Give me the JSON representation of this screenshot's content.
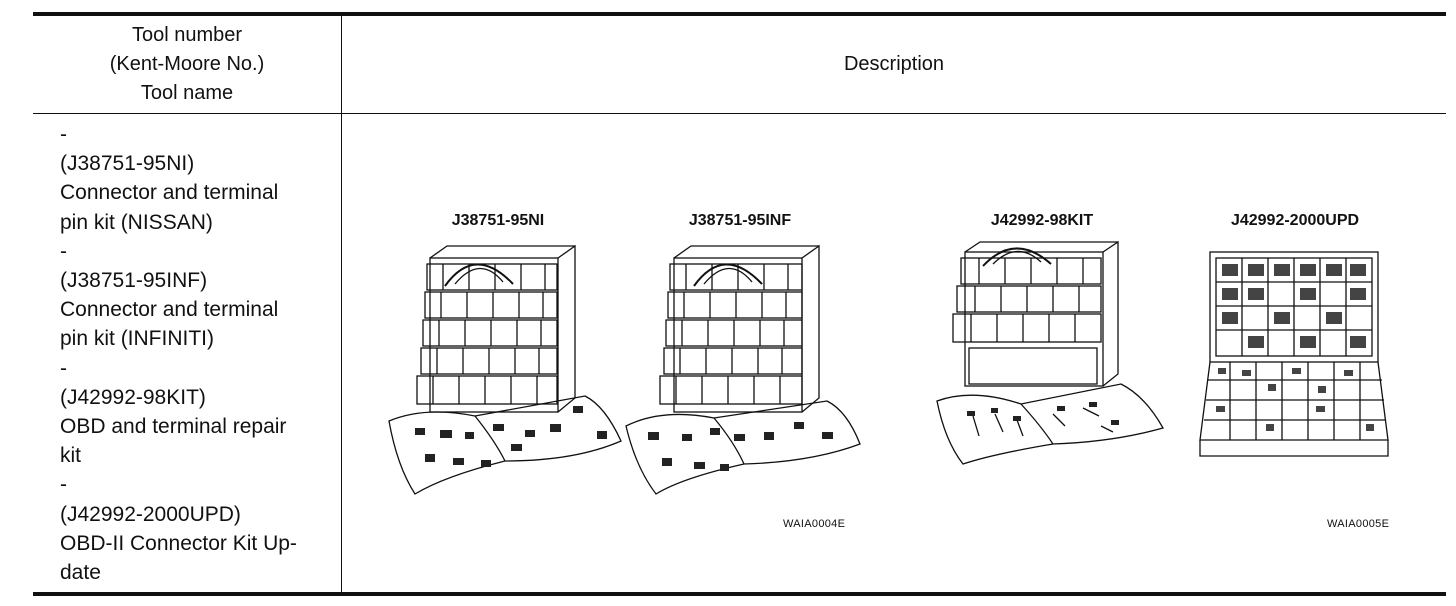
{
  "header": {
    "tool_col": [
      "Tool number",
      "(Kent-Moore No.)",
      "Tool name"
    ],
    "desc_col": "Description"
  },
  "tool_list": [
    "-",
    "(J38751-95NI)",
    "Connector and terminal",
    "pin kit (NISSAN)",
    "-",
    "(J38751-95INF)",
    "Connector and terminal",
    "pin kit (INFINITI)",
    "-",
    "(J42992-98KIT)",
    "OBD and terminal repair",
    "kit",
    "-",
    "(J42992-2000UPD)",
    "OBD-II Connector Kit Up-",
    "date"
  ],
  "figures": {
    "labels": [
      "J38751-95NI",
      "J38751-95INF",
      "J42992-98KIT",
      "J42992-2000UPD"
    ],
    "codes": [
      "WAIA0004E",
      "WAIA0005E"
    ]
  }
}
